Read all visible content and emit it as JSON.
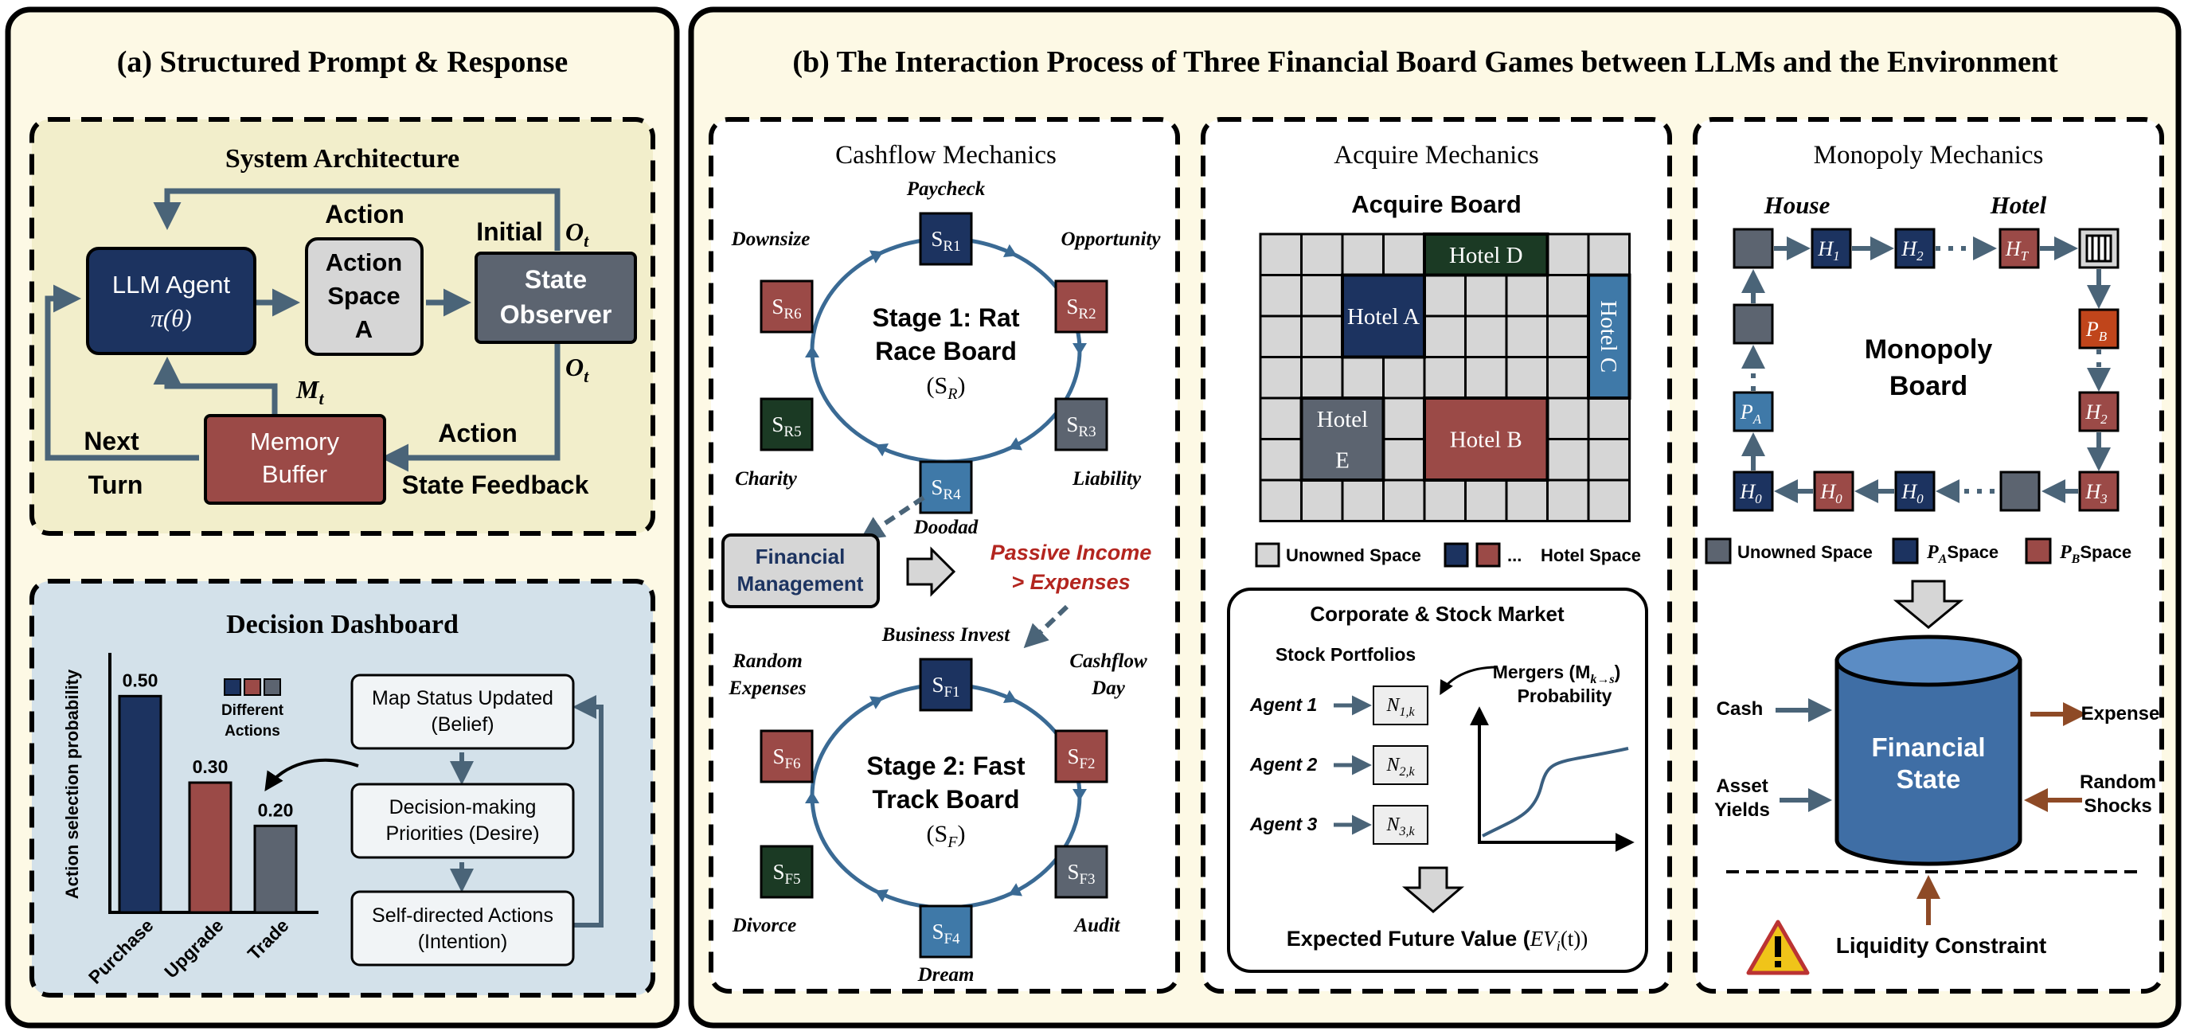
{
  "colors": {
    "cream": "#fdf9e5",
    "khaki": "#f2eecb",
    "blue_bg": "#d3e1ea",
    "navy": "#1c3360",
    "red": "#9b4a47",
    "gray": "#5c6470",
    "steel": "#3f79a8",
    "dkgreen": "#1b3a24",
    "arrow": "#4a6478",
    "brown": "#8e4a26",
    "light": "#d6d6d6"
  },
  "panel_a": {
    "title": "(a) Structured Prompt & Response",
    "arch": {
      "title": "System Architecture",
      "llm": "LLM Agent",
      "policy": "π(θ)",
      "action_space": [
        "Action",
        "Space",
        "A"
      ],
      "observer": [
        "State",
        "Observer"
      ],
      "memory": [
        "Memory",
        "Buffer"
      ],
      "action_top": "Action",
      "initial": "Initial",
      "o_t": "O",
      "t_sub": "t",
      "m_t": "M",
      "next": "Next",
      "turn": "Turn",
      "action_bottom": "Action",
      "state_feedback": "State Feedback"
    },
    "dash": {
      "title": "Decision Dashboard",
      "ylabel": "Action selection probability",
      "legend": [
        "Different",
        "Actions"
      ],
      "steps": [
        [
          "Map Status Updated",
          "(Belief)"
        ],
        [
          "Decision-making",
          "Priorities (Desire)"
        ],
        [
          "Self-directed Actions",
          "(Intention)"
        ]
      ]
    }
  },
  "chart_data": {
    "type": "bar",
    "categories": [
      "Purchase",
      "Upgrade",
      "Trade"
    ],
    "values": [
      0.5,
      0.3,
      0.2
    ],
    "labels": [
      "0.50",
      "0.30",
      "0.20"
    ],
    "ylabel": "Action selection probability",
    "colors": [
      "#1c3360",
      "#9b4a47",
      "#5c6470"
    ],
    "ylim": [
      0,
      0.6
    ]
  },
  "panel_b": {
    "title": "(b) The Interaction Process of Three Financial Board Games between LLMs and the Environment",
    "cashflow": {
      "title": "Cashflow Mechanics",
      "stage1": [
        "Stage 1: Rat",
        "Race Board",
        "(S",
        "R",
        ")"
      ],
      "stage2": [
        "Stage 2: Fast",
        "Track Board",
        "(S",
        "F",
        ")"
      ],
      "rat": [
        {
          "sub": "R1",
          "label": "Paycheck",
          "color": "#1c3360"
        },
        {
          "sub": "R2",
          "label": "Opportunity",
          "color": "#9b4a47"
        },
        {
          "sub": "R3",
          "label": "Liability",
          "color": "#5c6470"
        },
        {
          "sub": "R4",
          "label": "Doodad",
          "color": "#3f79a8"
        },
        {
          "sub": "R5",
          "label": "Charity",
          "color": "#1b3a24"
        },
        {
          "sub": "R6",
          "label": "Downsize",
          "color": "#9b4a47"
        }
      ],
      "fast": [
        {
          "sub": "F1",
          "label": "Business Invest",
          "color": "#1c3360"
        },
        {
          "sub": "F2",
          "label": "Cashflow Day",
          "color": "#9b4a47"
        },
        {
          "sub": "F3",
          "label": "Audit",
          "color": "#5c6470"
        },
        {
          "sub": "F4",
          "label": "Dream",
          "color": "#3f79a8"
        },
        {
          "sub": "F5",
          "label": "Divorce",
          "color": "#1b3a24"
        },
        {
          "sub": "F6",
          "label": "Random Expenses",
          "color": "#9b4a47"
        }
      ],
      "fin_mgmt": [
        "Financial",
        "Management"
      ],
      "passive": [
        "Passive Income",
        "> Expenses"
      ]
    },
    "acquire": {
      "title": "Acquire Mechanics",
      "board_title": "Acquire Board",
      "hotels": [
        "Hotel A",
        "Hotel B",
        "Hotel C",
        "Hotel D",
        "Hotel",
        "E"
      ],
      "legend_unowned": "Unowned Space",
      "legend_hotel": "Hotel Space",
      "ellipsis": "...",
      "market_title": "Corporate & Stock Market",
      "portfolios": "Stock Portfolios",
      "mergers": [
        "Mergers (M",
        "k→s",
        ")",
        "Probability"
      ],
      "agents": [
        "Agent 1",
        "Agent 2",
        "Agent 3"
      ],
      "n_labels": [
        "N",
        "1,k",
        "2,k",
        "3,k"
      ],
      "efv": [
        "Expected Future Value (",
        "EV",
        "i",
        "(t))"
      ]
    },
    "monopoly": {
      "title": "Monopoly Mechanics",
      "house": "House",
      "hotel": "Hotel",
      "board": [
        "Monopoly",
        "Board"
      ],
      "tiles": {
        "h": "H",
        "h1": "1",
        "h2": "2",
        "ht": "T",
        "h0": "0",
        "h3": "3",
        "p": "P",
        "pa": "A",
        "pb": "B"
      },
      "legend": [
        "Unowned Space",
        "Space",
        "Space"
      ],
      "fin_state": [
        "Financial",
        "State"
      ],
      "cash": "Cash",
      "asset": [
        "Asset",
        "Yields"
      ],
      "expense": "Expense",
      "shocks": [
        "Random",
        "Shocks"
      ],
      "liquidity": "Liquidity Constraint"
    }
  }
}
